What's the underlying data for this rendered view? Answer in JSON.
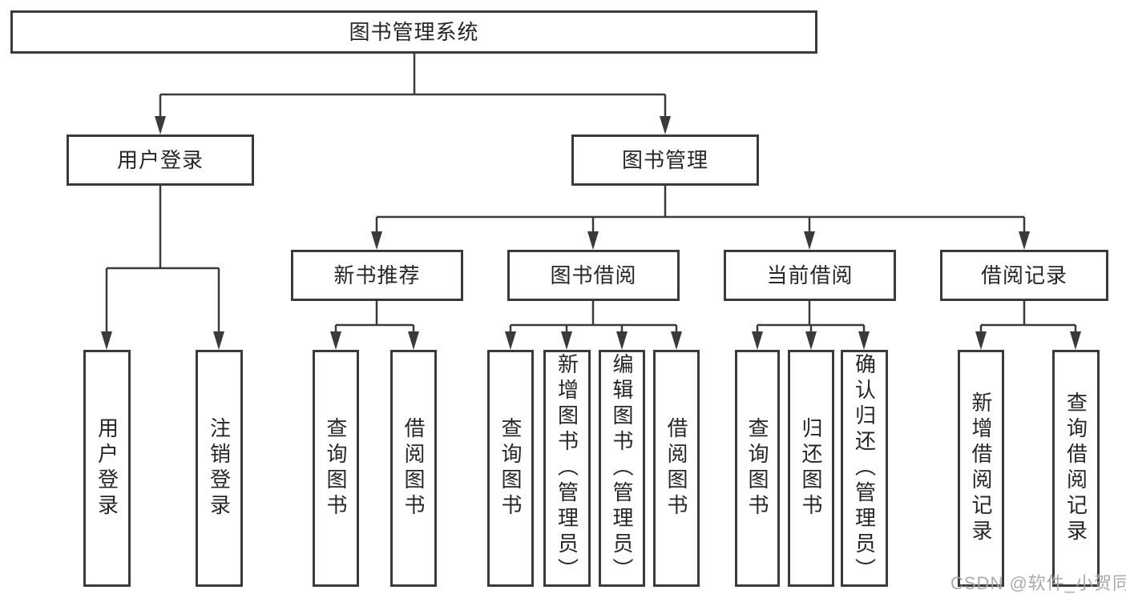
{
  "colors": {
    "line": "#3a3a3a",
    "text": "#262626",
    "background": "#ffffff",
    "watermark": "#a6a6a6"
  },
  "watermark": "CSDN @软件_小贺同学",
  "tree": {
    "label": "图书管理系统",
    "children": [
      {
        "label": "用户登录",
        "children": [
          {
            "label": "用户登录"
          },
          {
            "label": "注销登录"
          }
        ]
      },
      {
        "label": "图书管理",
        "children": [
          {
            "label": "新书推荐",
            "children": [
              {
                "label": "查询图书"
              },
              {
                "label": "借阅图书"
              }
            ]
          },
          {
            "label": "图书借阅",
            "children": [
              {
                "label": "查询图书"
              },
              {
                "label": "新增图书（管理员）"
              },
              {
                "label": "编辑图书（管理员）"
              },
              {
                "label": "借阅图书"
              }
            ]
          },
          {
            "label": "当前借阅",
            "children": [
              {
                "label": "查询图书"
              },
              {
                "label": "归还图书"
              },
              {
                "label": "确认归还（管理员）"
              }
            ]
          },
          {
            "label": "借阅记录",
            "children": [
              {
                "label": "新增借阅记录"
              },
              {
                "label": "查询借阅记录"
              }
            ]
          }
        ]
      }
    ]
  }
}
